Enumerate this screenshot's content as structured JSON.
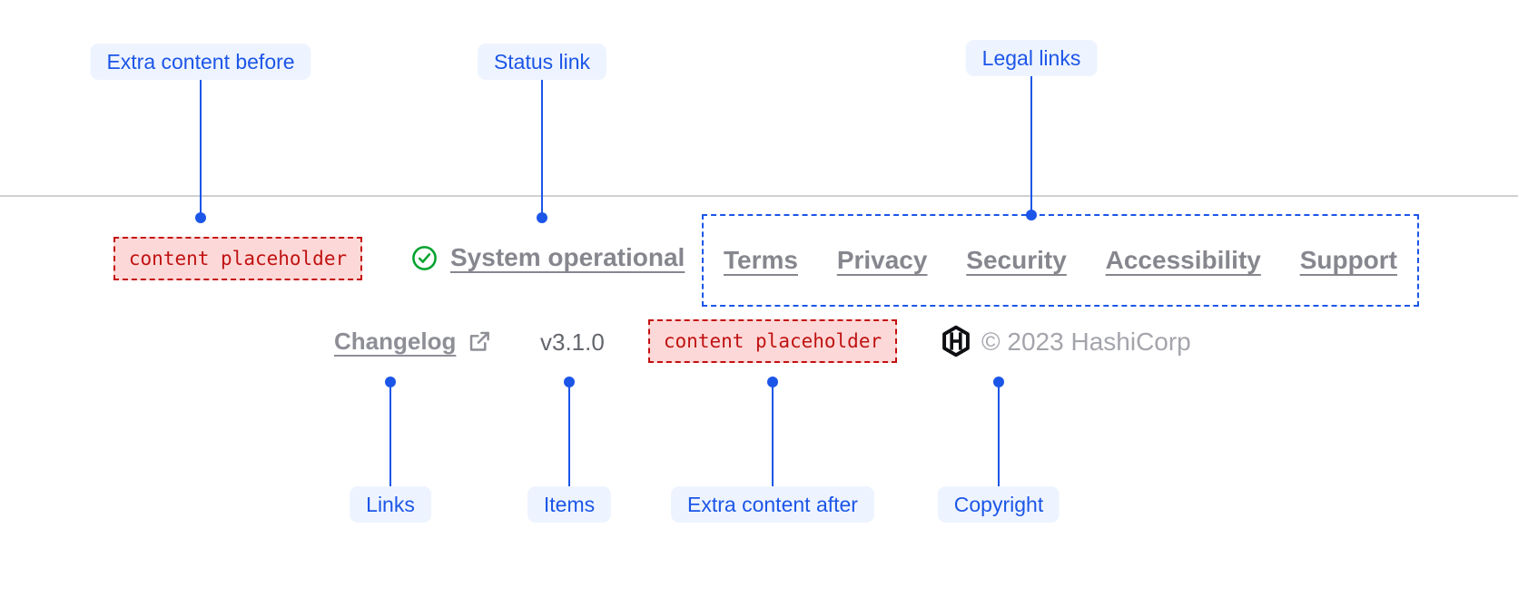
{
  "annotations": {
    "top": [
      {
        "label": "Extra content before"
      },
      {
        "label": "Status link"
      },
      {
        "label": "Legal links"
      }
    ],
    "bottom": [
      {
        "label": "Links"
      },
      {
        "label": "Items"
      },
      {
        "label": "Extra content after"
      },
      {
        "label": "Copyright"
      }
    ]
  },
  "footer": {
    "extra_content_before": "content placeholder",
    "status": {
      "label": "System operational",
      "icon": "check-circle-icon"
    },
    "legal_links": [
      "Terms",
      "Privacy",
      "Security",
      "Accessibility",
      "Support"
    ],
    "links": [
      {
        "label": "Changelog",
        "icon": "external-link-icon"
      }
    ],
    "version": "v3.1.0",
    "extra_content_after": "content placeholder",
    "copyright": {
      "text": "© 2023 HashiCorp",
      "icon": "hashicorp-logo"
    }
  },
  "colors": {
    "annotation_blue": "#1c56e8",
    "annotation_pill_bg": "#eef4ff",
    "placeholder_red": "#c40f0f",
    "placeholder_bg": "#fdd8d8",
    "status_green": "#00a32e",
    "link_gray": "#86878e",
    "divider_gray": "#94969c",
    "copyright_gray": "#a4a5ac",
    "logo_black": "#0e0f12"
  }
}
